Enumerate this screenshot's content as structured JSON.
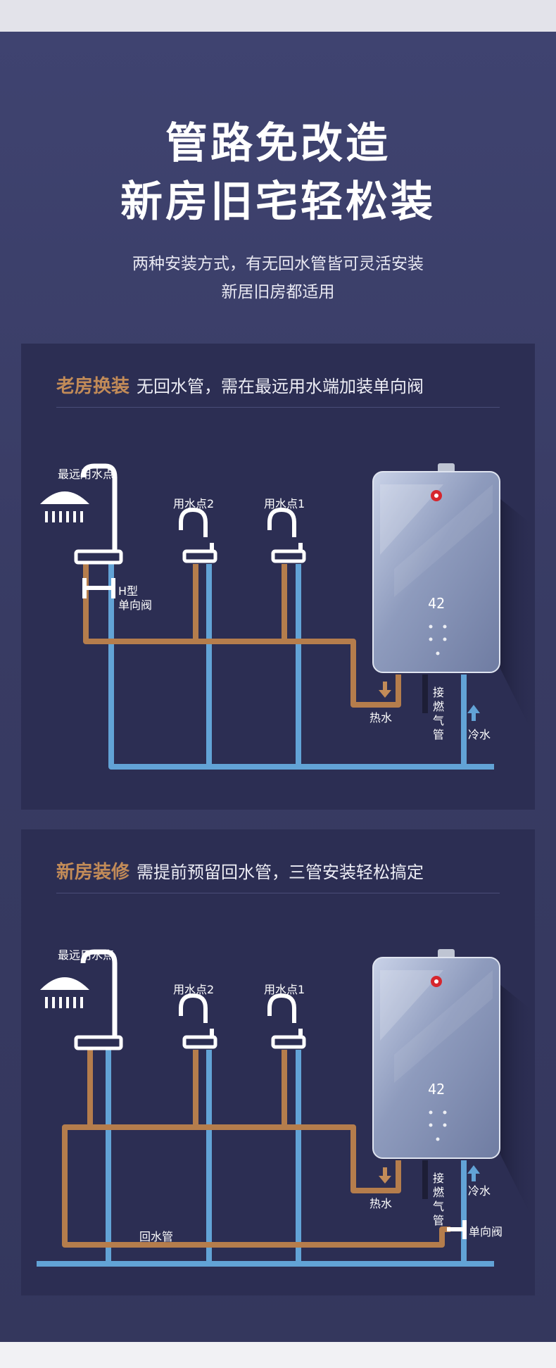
{
  "hero": {
    "title_line1": "管路免改造",
    "title_line2": "新房旧宅轻松装",
    "sub_line1": "两种安装方式，有无回水管皆可灵活安装",
    "sub_line2": "新居旧房都适用"
  },
  "panel_old": {
    "accent": "老房换装",
    "desc": "无回水管，需在最远用水端加装单向阀",
    "far_point": "最远用水点",
    "point2": "用水点2",
    "point1": "用水点1",
    "valve_line1": "H型",
    "valve_line2": "单向阀",
    "hot_water": "热水",
    "gas_pipe": "接燃气管",
    "cold_water": "冷水"
  },
  "panel_new": {
    "accent": "新房装修",
    "desc": "需提前预留回水管，三管安装轻松搞定",
    "far_point": "最远用水点",
    "point2": "用水点2",
    "point1": "用水点1",
    "hot_water": "热水",
    "gas_pipe": "接燃气管",
    "cold_water": "冷水",
    "return_pipe": "回水管",
    "check_valve": "单向阀"
  },
  "heater": {
    "display_value": "42"
  },
  "colors": {
    "hot_pipe": "#b57d4c",
    "cold_pipe": "#62a3d6",
    "accent": "#c28b58",
    "bg": "#3a3d66"
  }
}
